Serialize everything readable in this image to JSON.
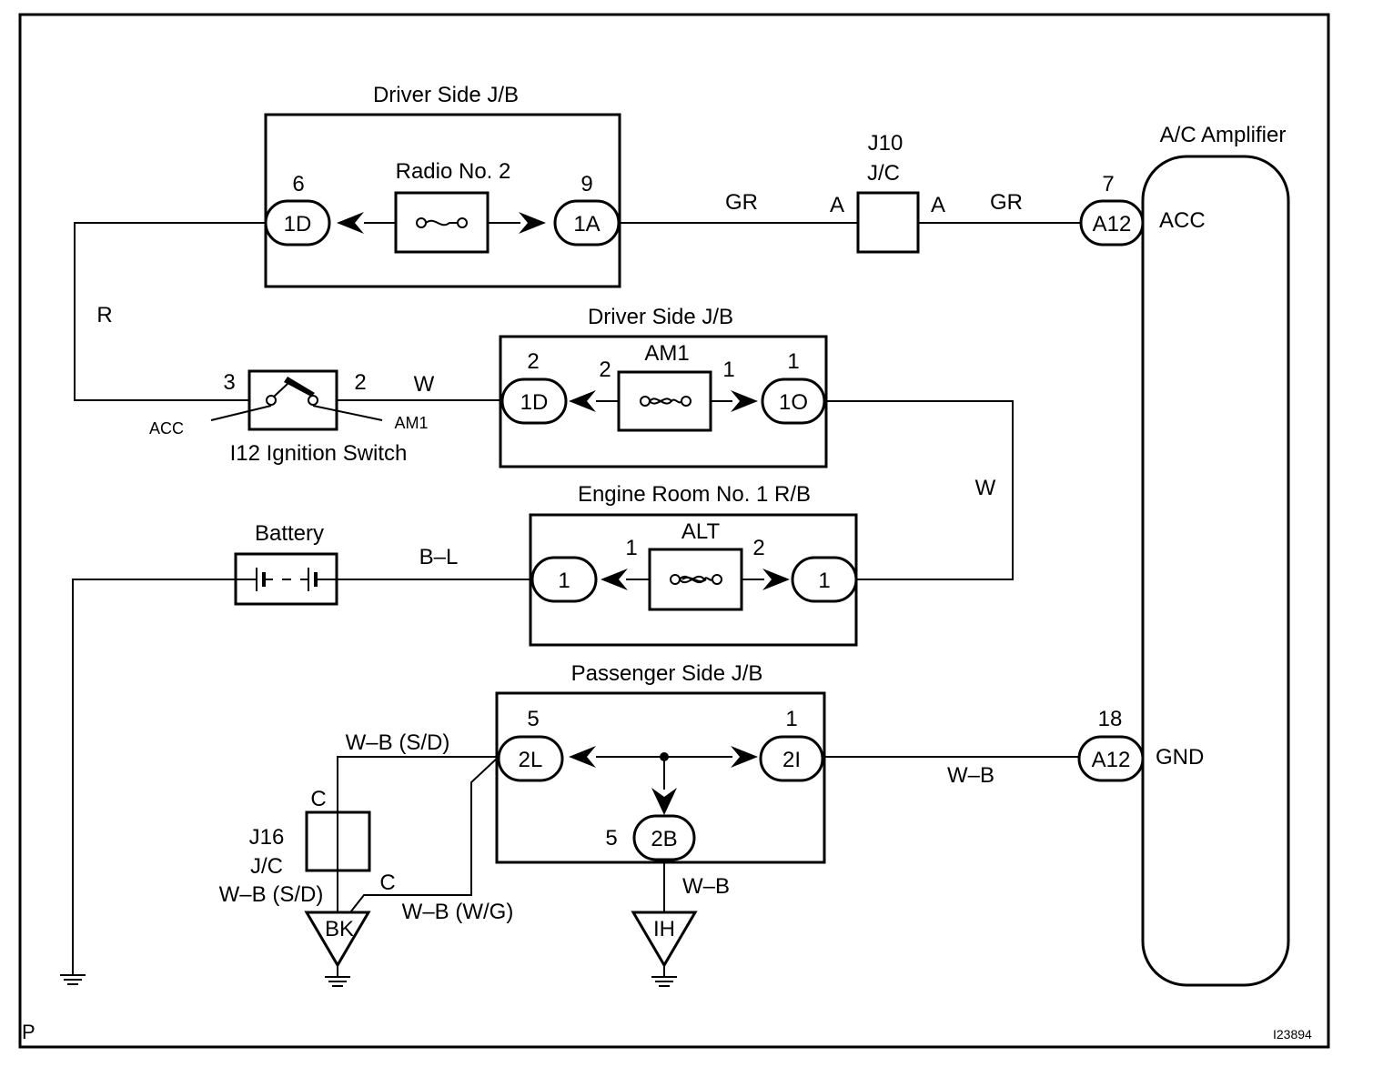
{
  "page_marker": "P",
  "figure_id": "I23894",
  "driver_jb_top": {
    "title": "Driver Side J/B",
    "fuse": "Radio No. 2",
    "left_pin_num": "6",
    "left_pin": "1D",
    "right_pin_num": "9",
    "right_pin": "1A"
  },
  "j10": {
    "name": "J10",
    "type": "J/C",
    "left_pin": "A",
    "right_pin": "A"
  },
  "amplifier": {
    "title": "A/C Amplifier",
    "acc_pin_num": "7",
    "acc_connector": "A12",
    "acc_label": "ACC",
    "gnd_pin_num": "18",
    "gnd_connector": "A12",
    "gnd_label": "GND"
  },
  "driver_jb_mid": {
    "title": "Driver Side J/B",
    "fuse": "AM1",
    "left_pin_num": "2",
    "left_pin": "1D",
    "left_fuse_num": "2",
    "right_fuse_num": "1",
    "right_pin_num": "1",
    "right_pin": "1O"
  },
  "ignition": {
    "name": "I12 Ignition Switch",
    "pin_left": "3",
    "pin_right": "2",
    "acc_label": "ACC",
    "am1_label": "AM1"
  },
  "engine_rb": {
    "title": "Engine Room No. 1 R/B",
    "fuse": "ALT",
    "left_fuse_num": "1",
    "right_fuse_num": "2",
    "left_pin": "1",
    "right_pin": "1"
  },
  "battery": {
    "label": "Battery"
  },
  "passenger_jb": {
    "title": "Passenger Side J/B",
    "left_pin_num": "5",
    "left_pin": "2L",
    "right_pin_num": "1",
    "right_pin": "2I",
    "bottom_pin_num": "5",
    "bottom_pin": "2B"
  },
  "j16": {
    "name": "J16",
    "type": "J/C",
    "top_pin": "C",
    "bottom_pin": "C",
    "wire_label": "W–B (S/D)"
  },
  "grounds": {
    "bk": "BK",
    "ih": "IH"
  },
  "wires": {
    "gr_left": "GR",
    "gr_right": "GR",
    "r": "R",
    "w_switch": "W",
    "w_vertical": "W",
    "bl": "B–L",
    "wb_sd": "W–B (S/D)",
    "wb_wg": "W–B (W/G)",
    "wb_gnd": "W–B",
    "wb_ih": "W–B"
  }
}
